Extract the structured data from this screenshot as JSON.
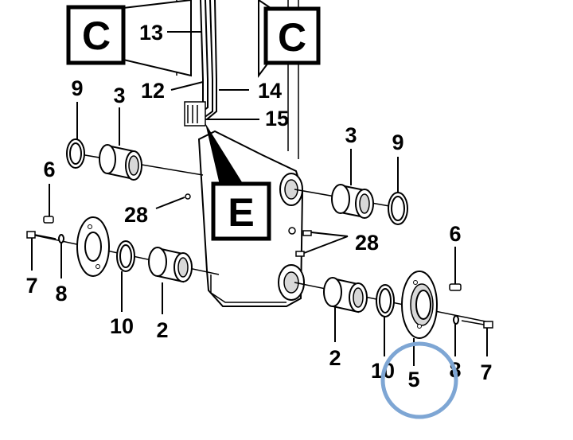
{
  "callouts": {
    "c_left": "C",
    "c_right": "C",
    "e": "E"
  },
  "labels": {
    "n13": "13",
    "n12": "12",
    "n14": "14",
    "n15": "15",
    "n9_left": "9",
    "n3_left": "3",
    "n6_left": "6",
    "n28_left": "28",
    "n7_left": "7",
    "n8_left": "8",
    "n10_left": "10",
    "n2_left": "2",
    "n3_right": "3",
    "n9_right": "9",
    "n28_right": "28",
    "n6_right": "6",
    "n2_right": "2",
    "n10_right": "10",
    "n5": "5",
    "n8_right": "8",
    "n7_right": "7"
  },
  "colors": {
    "highlight_circle": "#7ea6d4",
    "line": "#000000",
    "background": "#ffffff"
  }
}
